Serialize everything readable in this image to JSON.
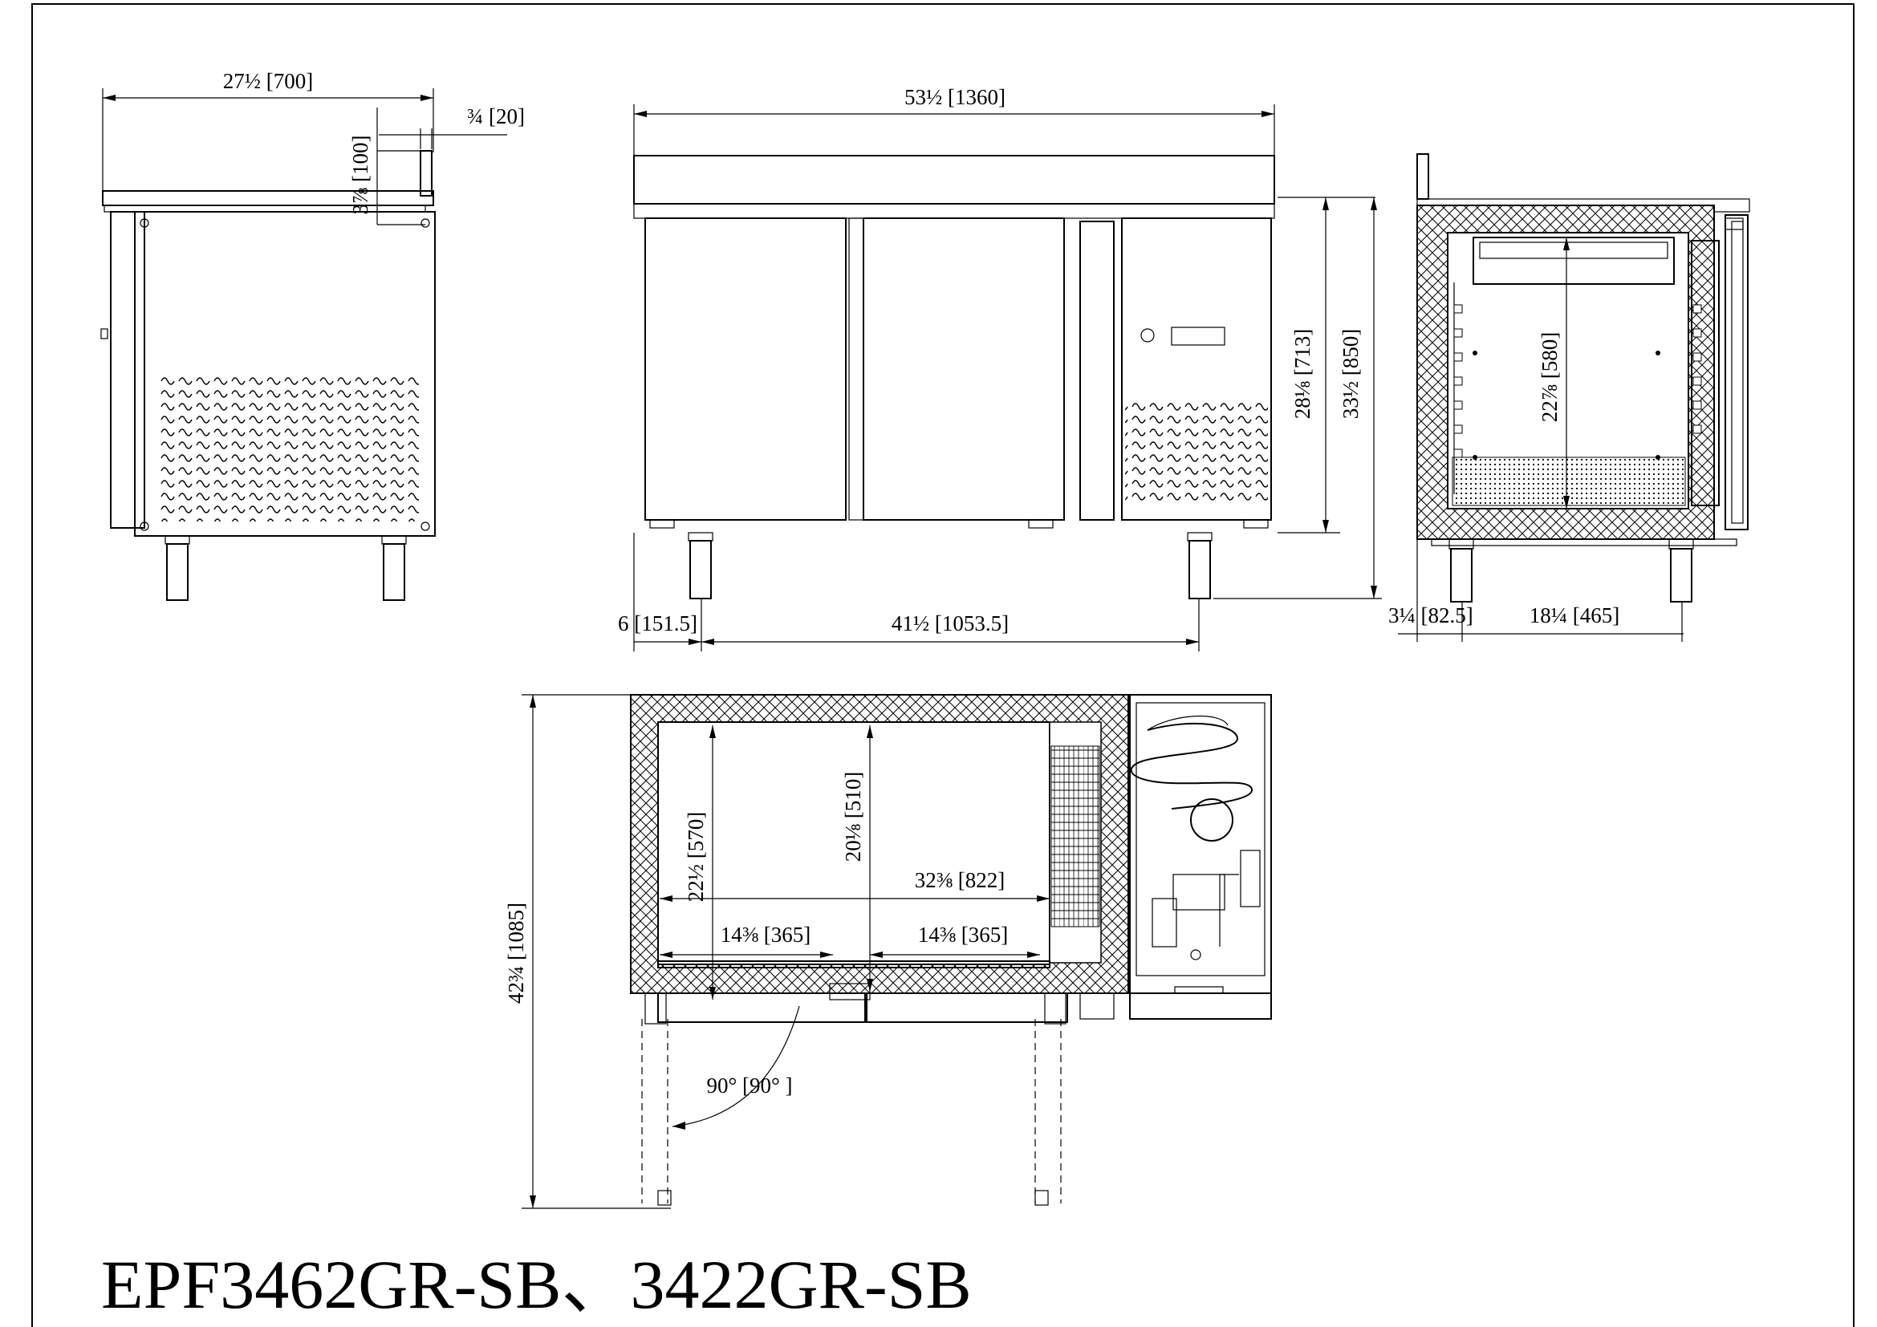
{
  "model_title": "EPF3462GR-SB、3422GR-SB",
  "dimensions": {
    "side_width": "27½ [700]",
    "backsplash_thickness": "¾ [20]",
    "backsplash_height": "3⅞ [100]",
    "front_width": "53½ [1360]",
    "body_height": "28⅛ [713]",
    "total_height": "33½ [850]",
    "leg_offset": "6 [151.5]",
    "leg_span": "41½ [1053.5]",
    "interior_height": "22⅞ [580]",
    "right_leg_inset": "3¼ [82.5]",
    "right_leg_span": "18¼ [465]",
    "plan_depth_total": "42¾ [1085]",
    "interior_depth": "22½ [570]",
    "interior_depth_door": "20⅛ [510]",
    "interior_width": "32⅜ [822]",
    "door_width_left": "14⅜ [365]",
    "door_width_right": "14⅜ [365]",
    "door_swing": "90° [90° ]"
  }
}
